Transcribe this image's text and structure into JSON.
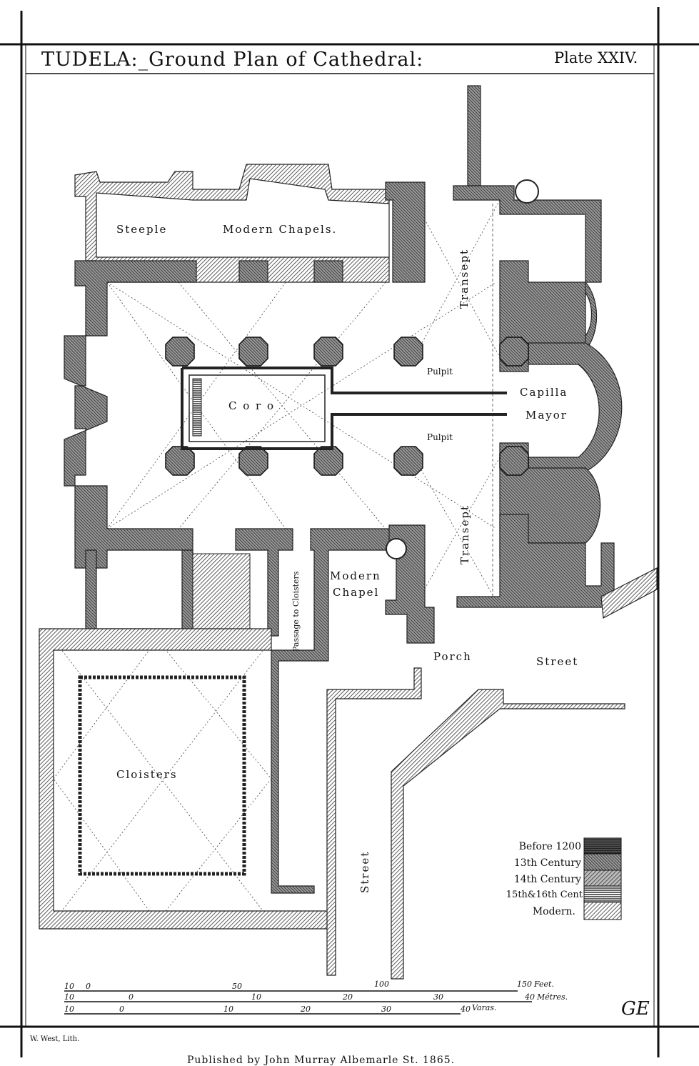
{
  "header": {
    "title": "TUDELA:_Ground Plan of Cathedral:",
    "plate": "Plate XXIV."
  },
  "labels": {
    "steeple": "Steeple",
    "modern_chapels": "Modern Chapels.",
    "transept_north": "Transept",
    "transept_south": "Transept",
    "pulpit_north": "Pulpit",
    "pulpit_south": "Pulpit",
    "coro": "C o r o",
    "capilla": "Capilla",
    "mayor": "Mayor",
    "modern_chapel_1": "Modern",
    "modern_chapel_2": "Chapel",
    "passage": "Passage to Cloisters",
    "porch": "Porch",
    "street_east": "Street",
    "street_south": "Street",
    "cloisters": "Cloisters"
  },
  "legend": {
    "items": [
      {
        "label": "Before 1200"
      },
      {
        "label": "13th Century"
      },
      {
        "label": "14th Century"
      },
      {
        "label": "15th&16th Cent"
      },
      {
        "label": "Modern."
      }
    ]
  },
  "scales": {
    "feet": {
      "ticks": [
        "10",
        "0",
        "50",
        "100",
        "150"
      ],
      "unit": "Feet."
    },
    "metres": {
      "ticks": [
        "10",
        "0",
        "10",
        "20",
        "30",
        "40"
      ],
      "unit": "Métres."
    },
    "varas": {
      "ticks": [
        "10",
        "0",
        "10",
        "20",
        "30",
        "40"
      ],
      "unit": "Varas."
    }
  },
  "monogram": "GE",
  "footer": {
    "lithographer": "W. West, Lith.",
    "publisher": "Published by John Murray Albemarle St. 1865."
  }
}
